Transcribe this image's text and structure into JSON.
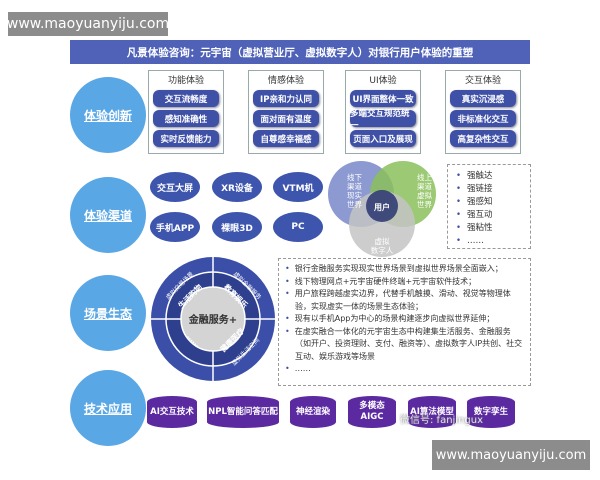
{
  "watermark": "www.maoyuanyiju.com",
  "title": "凡景体验咨询：元宇宙（虚拟营业厅、虚拟数字人）对银行用户体验的重塑",
  "rows": [
    "体验创新",
    "体验渠道",
    "场景生态",
    "技术应用"
  ],
  "groups": [
    {
      "title": "功能体验",
      "items": [
        "交互流畅度",
        "感知准确性",
        "实时反馈能力"
      ]
    },
    {
      "title": "情感体验",
      "items": [
        "IP亲和力认同",
        "面对面有温度",
        "自尊感幸福感"
      ]
    },
    {
      "title": "UI体验",
      "items": [
        "UI界面整体一致",
        "多端交互规范统一",
        "页面入口及展现"
      ]
    },
    {
      "title": "交互体验",
      "items": [
        "真实沉浸感",
        "非标准化交互",
        "高复杂性交互"
      ]
    }
  ],
  "channels": [
    "交互大屏",
    "XR设备",
    "VTM机",
    "手机APP",
    "裸眼3D",
    "PC"
  ],
  "venn": {
    "left": "线下渠道现实世界",
    "right": "线上渠道虚拟世界",
    "bottom": "虚拟数字人",
    "center": "用户"
  },
  "strengths": [
    "强触达",
    "强链接",
    "强感知",
    "强互动",
    "强粘性",
    "……"
  ],
  "wheel": {
    "center": "金融服务+",
    "inner": [
      "生活购物",
      "教育娱乐",
      "健康医疗",
      "……"
    ],
    "outer": [
      "虚拟交易场景",
      "虚拟金融服务",
      "虚拟生活空间",
      "……"
    ]
  },
  "scene_points": [
    "银行金融服务实现现实世界场景到虚拟世界场景全面嵌入；",
    "线下物理网点+元宇宙硬件终端+元宇宙软件技术；",
    "用户旅程跨越虚实边界，代替手机触摸、滑动、视觉等物理体验，实现虚实一体的场景生态体验；",
    "现有以手机App为中心的场景构建逐步向虚拟世界延伸；",
    "在虚实融合一体化的元宇宙生态中构建集生活服务、金融服务（如开户、投资理财、支付、融资等）、虚拟数字人IP共创、社交互动、娱乐游戏等场景",
    "……"
  ],
  "tech": [
    "AI交互技术",
    "NPL智能问答匹配",
    "神经渲染",
    "多模态AIGC",
    "AI算法模型",
    "数字孪生"
  ],
  "wechat": "微信号: fanjingux",
  "colors": {
    "title": "#4f62b8",
    "circle": "#5aa7e6",
    "pill": "#3f51a6",
    "cylinder": "#5b2aa0"
  }
}
